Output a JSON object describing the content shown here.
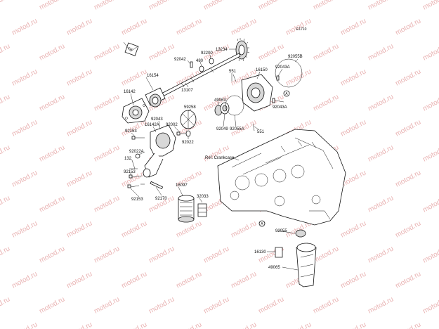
{
  "diagram": {
    "code": "E1710",
    "ref_text": "Ref. Crankcase",
    "front_icon": "front-arrow-icon",
    "watermark": "motod.ru",
    "callouts": [
      {
        "id": "92042",
        "text": "92042"
      },
      {
        "id": "92200",
        "text": "92200"
      },
      {
        "id": "13234",
        "text": "13234"
      },
      {
        "id": "480",
        "text": "480"
      },
      {
        "id": "16154",
        "text": "16154"
      },
      {
        "id": "13107",
        "text": "13107"
      },
      {
        "id": "16142",
        "text": "16142"
      },
      {
        "id": "551a",
        "text": "551"
      },
      {
        "id": "16150",
        "text": "16150"
      },
      {
        "id": "92043A_top",
        "text": "92043A"
      },
      {
        "id": "92055B",
        "text": "92055B"
      },
      {
        "id": "A_top",
        "text": "A"
      },
      {
        "id": "92043A_right",
        "text": "92043A"
      },
      {
        "id": "49063",
        "text": "49063"
      },
      {
        "id": "59258",
        "text": "59258"
      },
      {
        "id": "92043",
        "text": "92043"
      },
      {
        "id": "16142A",
        "text": "16142A"
      },
      {
        "id": "92002",
        "text": "92002"
      },
      {
        "id": "92049",
        "text": "92049"
      },
      {
        "id": "92055A",
        "text": "92055A"
      },
      {
        "id": "551b",
        "text": "551"
      },
      {
        "id": "92153_a",
        "text": "92153"
      },
      {
        "id": "92022",
        "text": "92022"
      },
      {
        "id": "92022A",
        "text": "92022A"
      },
      {
        "id": "132",
        "text": "132"
      },
      {
        "id": "92153_b",
        "text": "92153"
      },
      {
        "id": "16097",
        "text": "16097"
      },
      {
        "id": "32033",
        "text": "32033"
      },
      {
        "id": "92153_c",
        "text": "92153"
      },
      {
        "id": "92170",
        "text": "92170"
      },
      {
        "id": "A_bottom",
        "text": "A"
      },
      {
        "id": "92055",
        "text": "92055"
      },
      {
        "id": "16130",
        "text": "16130"
      },
      {
        "id": "49065",
        "text": "49065"
      }
    ]
  }
}
